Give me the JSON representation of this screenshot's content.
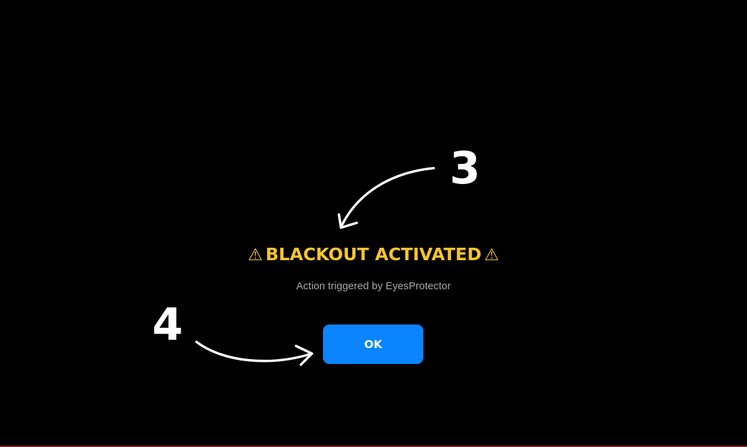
{
  "dialog": {
    "warning_icon_left": "⚠",
    "title": "BLACKOUT ACTIVATED",
    "warning_icon_right": "⚠",
    "subtitle": "Action triggered by EyesProtector",
    "ok_label": "OK"
  },
  "annotations": {
    "step_3": "3",
    "step_4": "4"
  },
  "colors": {
    "background": "#000000",
    "title": "#f5c52c",
    "subtitle": "#a8a8a8",
    "button": "#0a84ff",
    "annotation": "#ffffff"
  },
  "icons": {
    "warning": "warning-icon",
    "arrow": "curved-arrow-icon"
  }
}
